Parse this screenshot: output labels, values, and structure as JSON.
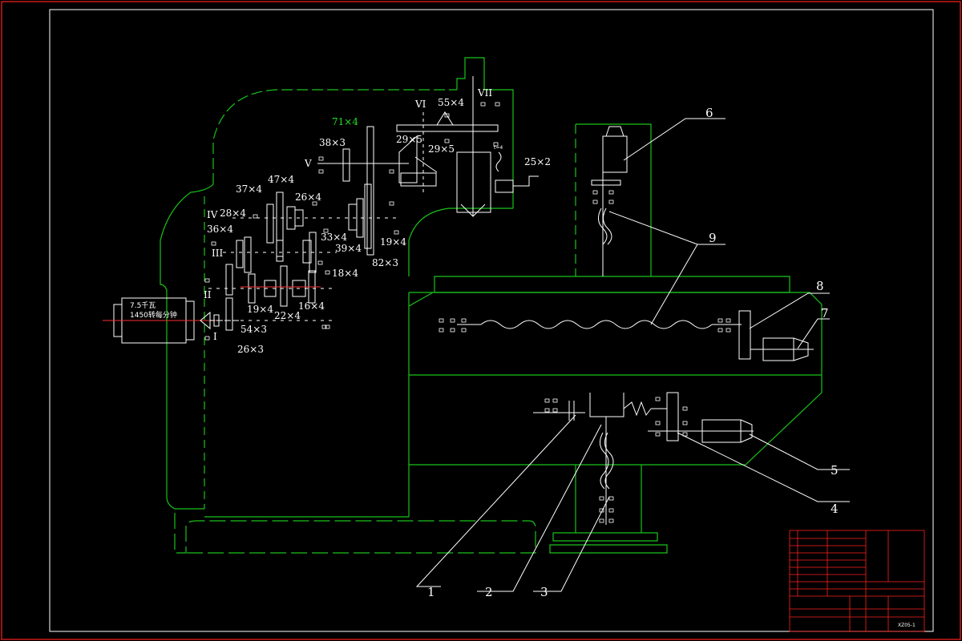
{
  "colors": {
    "background": "#000000",
    "frame": "#ff2020",
    "body_outline": "#19c219",
    "mechanism": "#ffffff",
    "highlight_label": "#22e022",
    "shaft_axis": "#ff3030"
  },
  "shafts": {
    "I": "I",
    "II": "II",
    "III": "III",
    "IV": "IV",
    "V": "V",
    "VI": "VI",
    "VII": "VII"
  },
  "gears": {
    "g71x4": "71×4",
    "g55x4": "55×4",
    "g38x3": "38×3",
    "g29x5a": "29×5",
    "g29x5b": "29×5",
    "g47x4": "47×4",
    "g37x4": "37×4",
    "g26x4": "26×4",
    "g28x4": "28×4",
    "g36x4": "36×4",
    "g33x4": "33×4",
    "g39x4": "39×4",
    "g19x4a": "19×4",
    "g82x3": "82×3",
    "g18x4": "18×4",
    "g19x4b": "19×4",
    "g16x4": "16×4",
    "g22x4": "22×4",
    "g54x3": "54×3",
    "g26x3": "26×3",
    "g25x2": "25×2",
    "t4": "t=4"
  },
  "motor": {
    "line1": "7.5千瓦",
    "line2": "1450转每分钟"
  },
  "callouts": [
    "1",
    "2",
    "3",
    "4",
    "5",
    "6",
    "7",
    "8",
    "9"
  ],
  "title_block": {
    "code": "XZ05-1"
  }
}
